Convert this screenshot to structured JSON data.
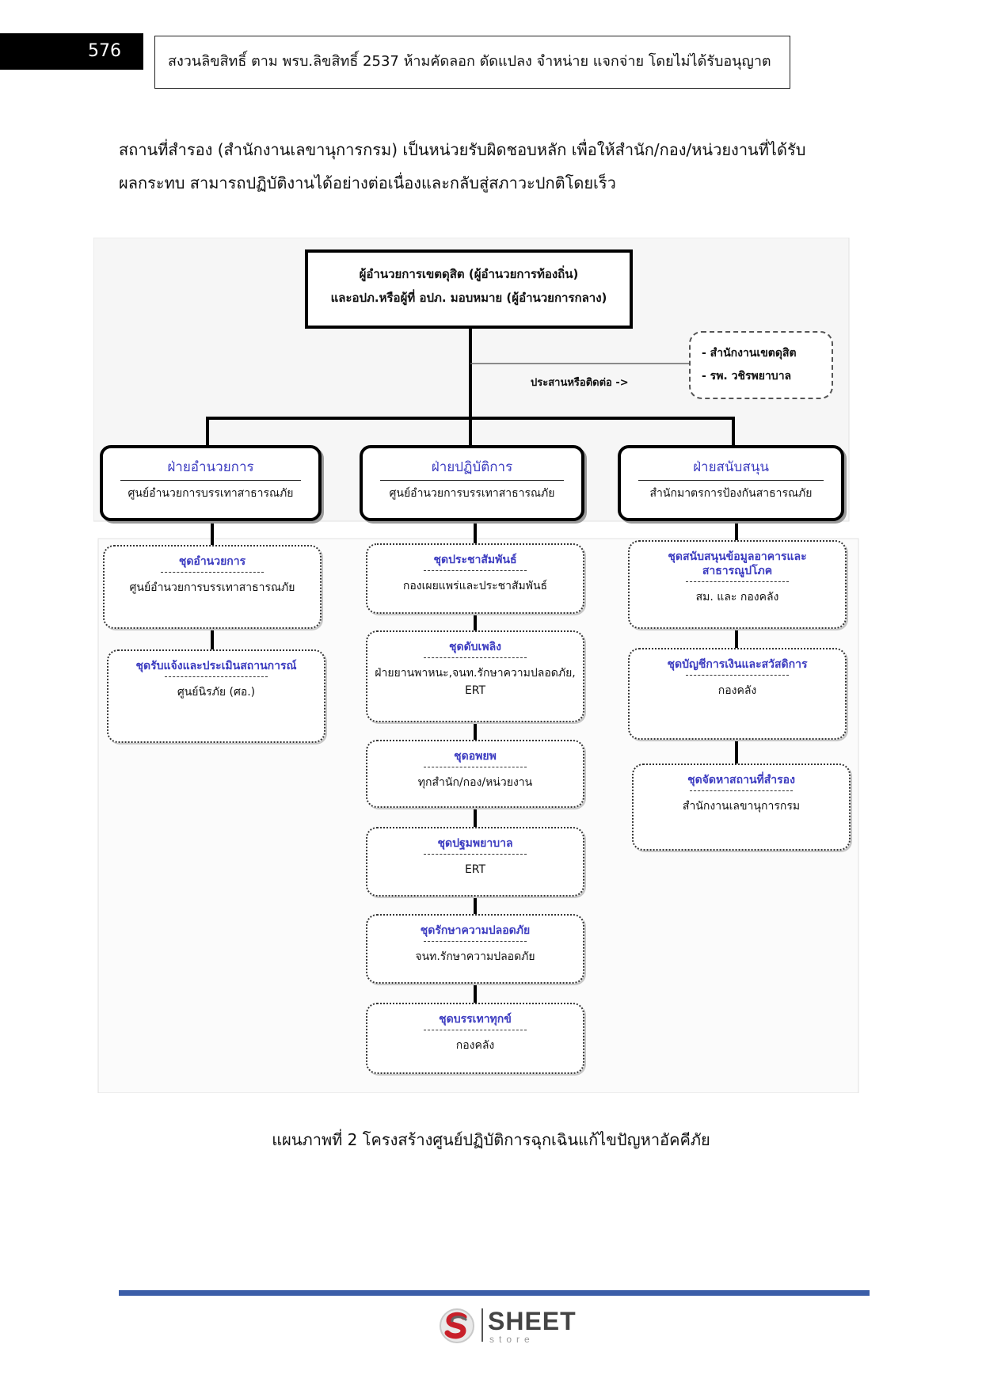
{
  "header": {
    "page_number": "576",
    "copyright": "สงวนลิขสิทธิ์ ตาม พรบ.ลิขสิทธิ์ 2537 ห้ามคัดลอก ดัดแปลง จำหน่าย แจกจ่าย โดยไม่ได้รับอนุญาต"
  },
  "intro": {
    "line1": "สถานที่สำรอง (สำนักงานเลขานุการกรม) เป็นหน่วยรับผิดชอบหลัก เพื่อให้สำนัก/กอง/หน่วยงานที่ได้รับ",
    "line2": "ผลกระทบ สามารถปฏิบัติงานได้อย่างต่อเนื่องและกลับสู่สภาวะปกติโดยเร็ว"
  },
  "chart": {
    "top": {
      "line1": "ผู้อำนวยการเขตดุสิต (ผู้อำนวยการท้องถิ่น)",
      "line2": "และอปภ.หรือผู้ที่ อปภ. มอบหมาย (ผู้อำนวยการกลาง)"
    },
    "coordination_label": "ประสานหรือติดต่อ ->",
    "external": {
      "line1": "- สำนักงานเขตดุสิต",
      "line2": "- รพ. วชิรพยาบาล"
    },
    "departments": [
      {
        "title": "ฝ่ายอำนวยการ",
        "subtitle": "ศูนย์อำนวยการบรรเทาสาธารณภัย",
        "teams": [
          {
            "title": "ชุดอำนวยการ",
            "subtitle": "ศูนย์อำนวยการบรรเทาสาธารณภัย"
          },
          {
            "title": "ชุดรับแจ้งและประเมินสถานการณ์",
            "subtitle": "ศูนย์นิรภัย (ศอ.)"
          }
        ]
      },
      {
        "title": "ฝ่ายปฏิบัติการ",
        "subtitle": "ศูนย์อำนวยการบรรเทาสาธารณภัย",
        "teams": [
          {
            "title": "ชุดประชาสัมพันธ์",
            "subtitle": "กองเผยแพร่และประชาสัมพันธ์"
          },
          {
            "title": "ชุดดับเพลิง",
            "subtitle": "ฝ่ายยานพาหนะ,จนท.รักษาความปลอดภัย, ERT"
          },
          {
            "title": "ชุดอพยพ",
            "subtitle": "ทุกสำนัก/กอง/หน่วยงาน"
          },
          {
            "title": "ชุดปฐมพยาบาล",
            "subtitle": "ERT"
          },
          {
            "title": "ชุดรักษาความปลอดภัย",
            "subtitle": "จนท.รักษาความปลอดภัย"
          },
          {
            "title": "ชุดบรรเทาทุกข์",
            "subtitle": "กองคลัง"
          }
        ]
      },
      {
        "title": "ฝ่ายสนับสนุน",
        "subtitle": "สำนักมาตรการป้องกันสาธารณภัย",
        "teams": [
          {
            "title": "ชุดสนับสนุนข้อมูลอาคารและสาธารณูปโภค",
            "subtitle": "สม. และ กองคลัง"
          },
          {
            "title": "ชุดบัญชีการเงินและสวัสดิการ",
            "subtitle": "กองคลัง"
          },
          {
            "title": "ชุดจัดหาสถานที่สำรอง",
            "subtitle": "สำนักงานเลขานุการกรม"
          }
        ]
      }
    ]
  },
  "caption": "แผนภาพที่ 2  โครงสร้างศูนย์ปฏิบัติการฉุกเฉินแก้ไขปัญหาอัคคีภัย",
  "footer": {
    "logo_word": "SHEET",
    "logo_sub": "store",
    "rule_color": "#3b5ea8"
  }
}
